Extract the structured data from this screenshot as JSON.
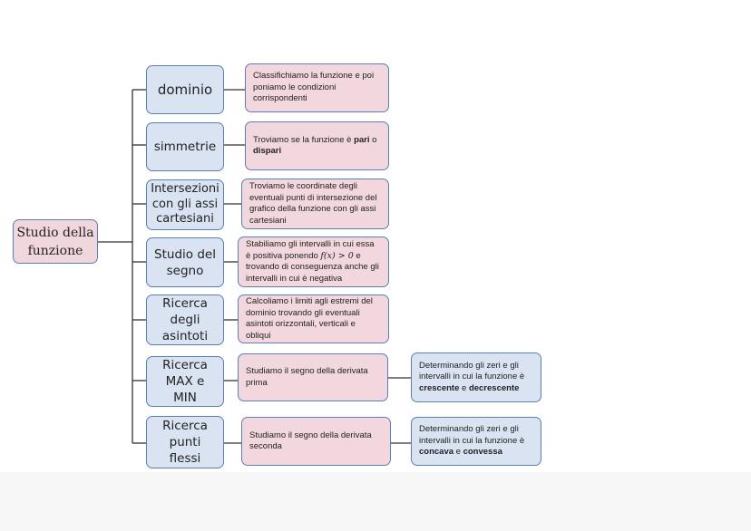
{
  "root": {
    "line1": "Studio della",
    "line2": "funzione"
  },
  "steps": [
    {
      "lines": [
        "dominio"
      ]
    },
    {
      "lines": [
        "simmetrie"
      ]
    },
    {
      "lines": [
        "Intersezioni",
        "con gli assi",
        "cartesiani"
      ]
    },
    {
      "lines": [
        "Studio del",
        "segno"
      ]
    },
    {
      "lines": [
        "Ricerca",
        "degli",
        "asintoti"
      ]
    },
    {
      "lines": [
        "Ricerca",
        "MAX e",
        "MIN"
      ]
    },
    {
      "lines": [
        "Ricerca",
        "punti",
        "flessi"
      ]
    }
  ],
  "descriptions": [
    {
      "text": "Classifichiamo la funzione e poi poniamo le condizioni corrispondenti"
    },
    {
      "before": "Troviamo se la funzione è ",
      "bold1": "pari",
      "mid": " o ",
      "bold2": "dispari"
    },
    {
      "text": "Troviamo le coordinate degli eventuali punti di intersezione del grafico della funzione con gli assi cartesiani"
    },
    {
      "before": "Stabiliamo gli intervalli in cui essa è positiva ponendo ",
      "math": "f(x) > 0",
      "after": " e trovando di conseguenza anche gli intervalli in cui è negativa"
    },
    {
      "text": "Calcoliamo i limiti agli estremi del dominio trovando gli eventuali asintoti orizzontali, verticali e obliqui"
    },
    {
      "text": "Studiamo il segno della derivata prima"
    },
    {
      "text": "Studiamo il segno della derivata seconda"
    }
  ],
  "details": [
    {
      "before": "Determinando gli zeri e gli intervalli in cui la funzione è ",
      "bold1": "crescente",
      "mid": " e ",
      "bold2": "decrescente"
    },
    {
      "before": "Determinando gli zeri e gli intervalli in cui la funzione è ",
      "bold1": "concava",
      "mid": " e ",
      "bold2": "convessa"
    }
  ],
  "colors": {
    "pink_fill": "#f2d7de",
    "blue_fill": "#d9e3f2",
    "border": "#5b7fb0",
    "connector": "#333333"
  }
}
